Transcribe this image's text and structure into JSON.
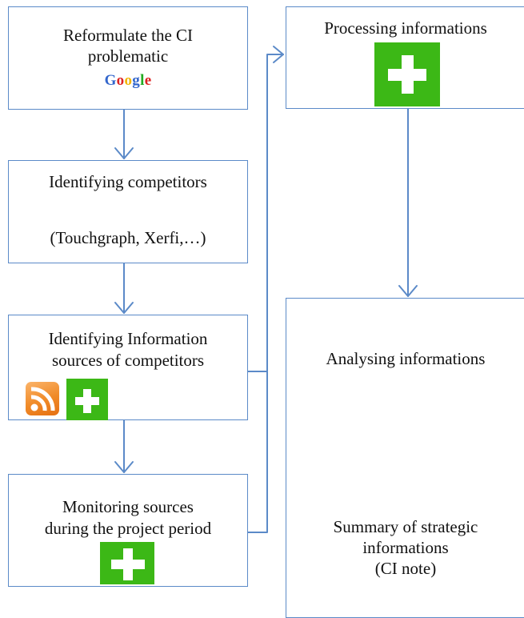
{
  "diagram": {
    "boxes": {
      "reformulate": {
        "line1": "Reformulate the CI",
        "line2": "problematic",
        "logo": [
          "G",
          "o",
          "o",
          "g",
          "l",
          "e"
        ]
      },
      "identifying_competitors": {
        "line1": "Identifying competitors",
        "line2": "(Touchgraph, Xerfi,…)"
      },
      "identifying_sources": {
        "line1": "Identifying Information",
        "line2": "sources of competitors"
      },
      "monitoring": {
        "line1": "Monitoring sources",
        "line2": "during the project period"
      },
      "processing": {
        "line1": "Processing informations"
      },
      "analysing": {
        "line1": "Analysing informations",
        "summary1": "Summary of strategic",
        "summary2": "informations",
        "summary3": "(CI note)"
      }
    },
    "icons": [
      "google-logo",
      "rss-icon",
      "plus-icon"
    ],
    "colors": {
      "box_border": "#5b8ac8",
      "arrow": "#5b8ac8",
      "inner_arrow": "#a6a6a6",
      "plus_green": "#3cb816",
      "rss_orange": "#f08a27",
      "google": [
        "#3366cc",
        "#dd2222",
        "#f2b400",
        "#3366cc",
        "#22aa22",
        "#dd2222"
      ]
    }
  }
}
